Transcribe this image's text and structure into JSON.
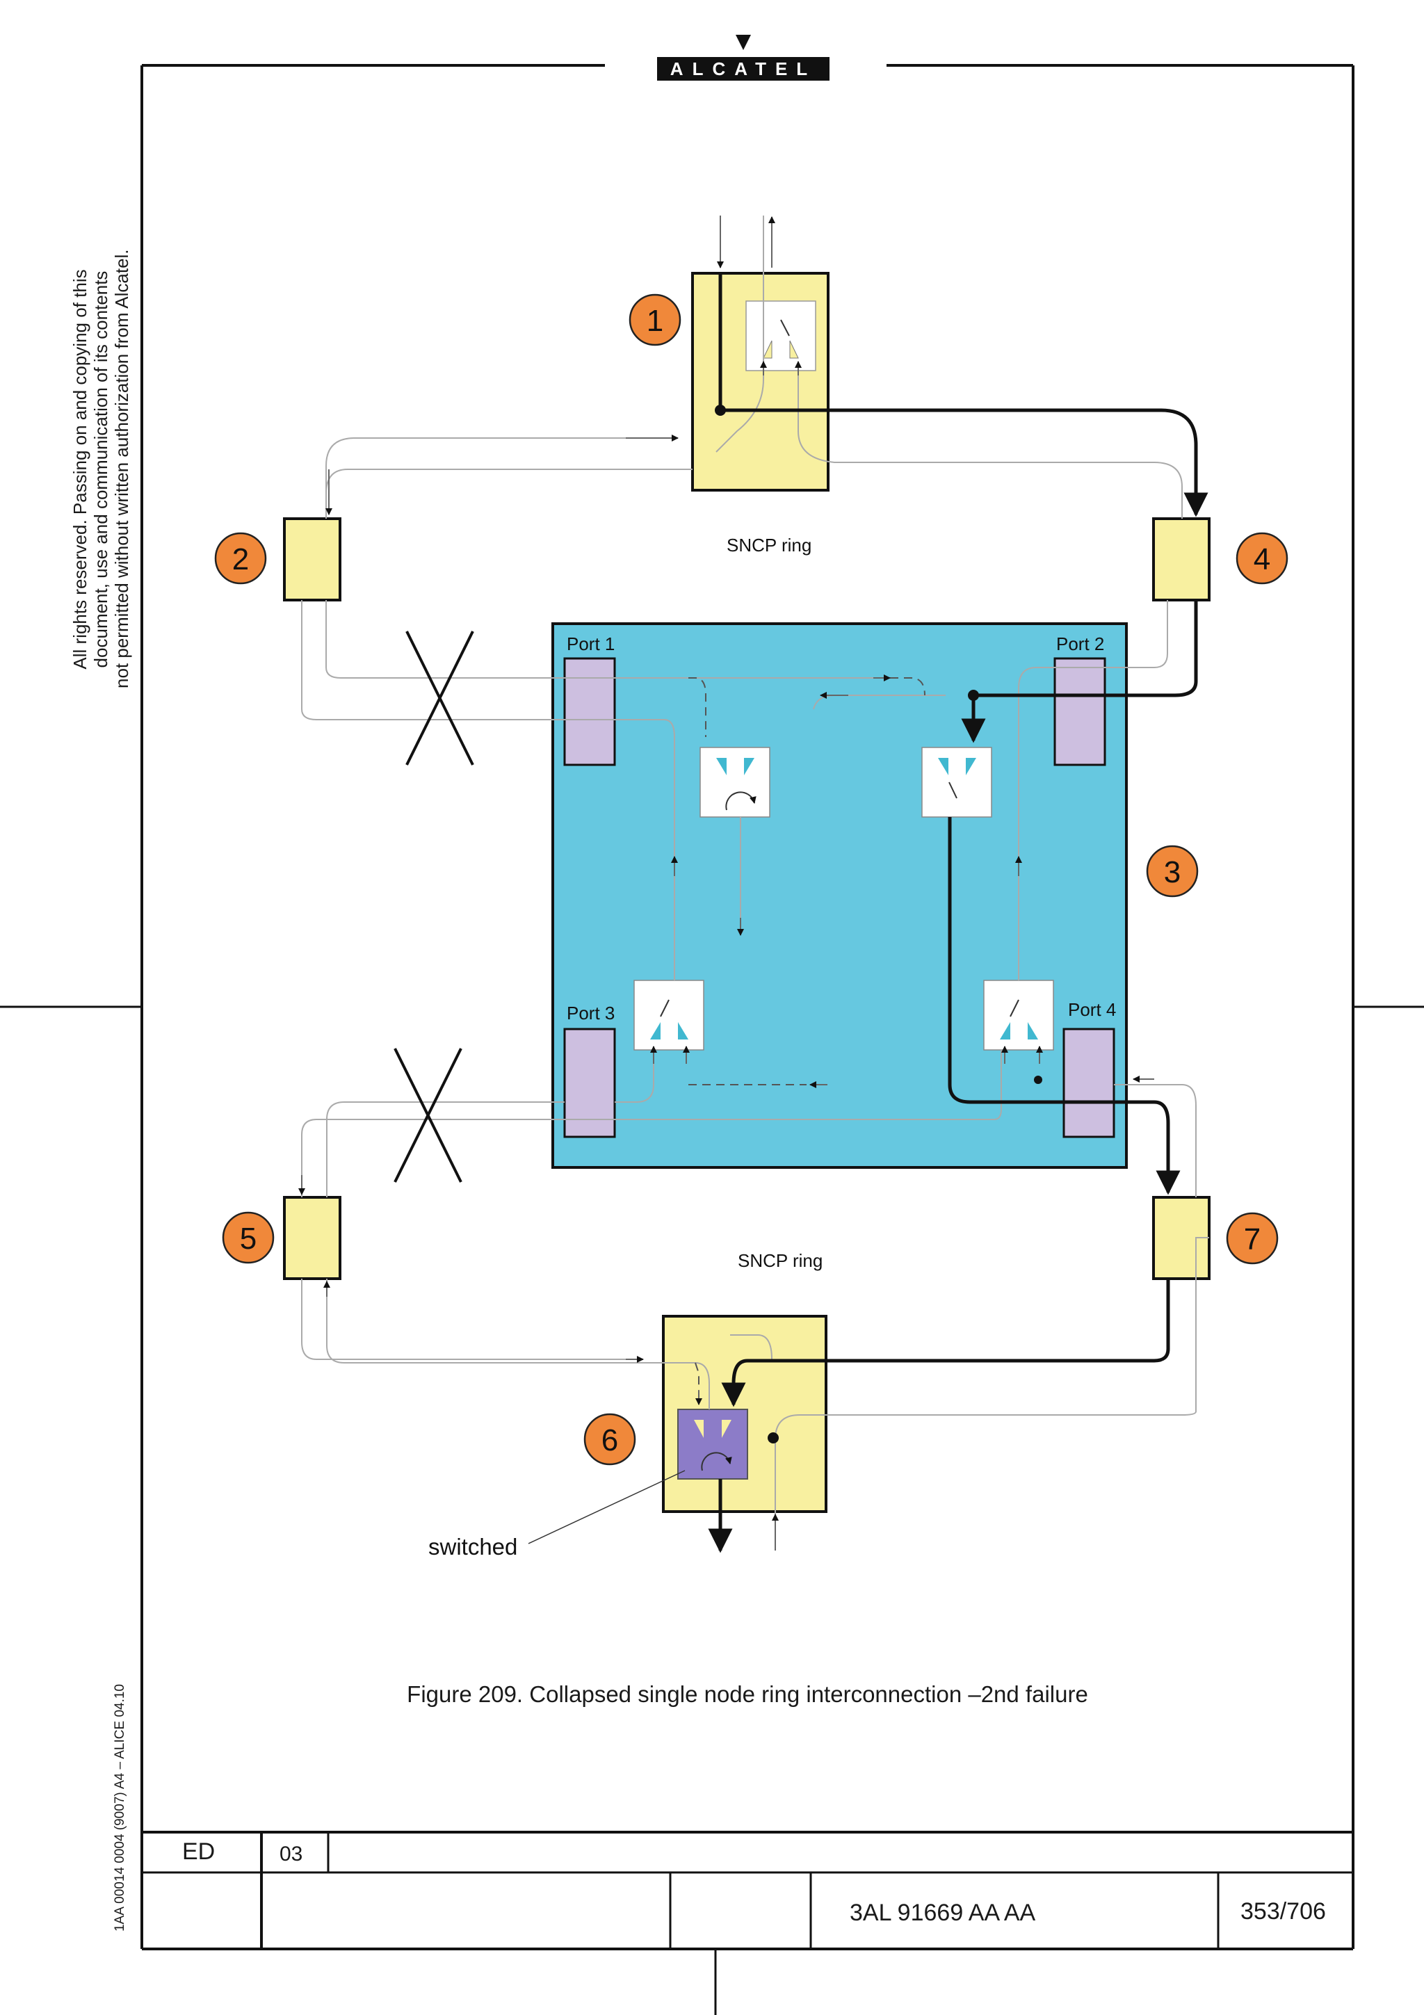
{
  "header": {
    "logo": "ALCATEL"
  },
  "side_note": {
    "lines": [
      "All rights reserved. Passing on and copying of this",
      "document, use and communication of its contents",
      "not permitted without written authorization from Alcatel."
    ]
  },
  "form_code": "1AA 00014 0004 (9007) A4 – ALICE 04.10",
  "diagram": {
    "nodes": [
      "1",
      "2",
      "3",
      "4",
      "5",
      "6",
      "7"
    ],
    "ring_labels": [
      "SNCP ring",
      "SNCP ring"
    ],
    "ports": [
      "Port 1",
      "Port 2",
      "Port 3",
      "Port 4"
    ],
    "switched_label": "switched"
  },
  "caption": "Figure 209. Collapsed single node ring interconnection –2nd failure",
  "title_block": {
    "ed_label": "ED",
    "ed_value": "03",
    "doc_number": "3AL 91669 AA  AA",
    "page": "353/706"
  },
  "colors": {
    "node_yellow": "#f8f0a0",
    "central_cyan": "#66c8e0",
    "port_lavender": "#cdbfe0",
    "marker_orange": "#f0883a",
    "switched_purple": "#8c7cc8"
  }
}
